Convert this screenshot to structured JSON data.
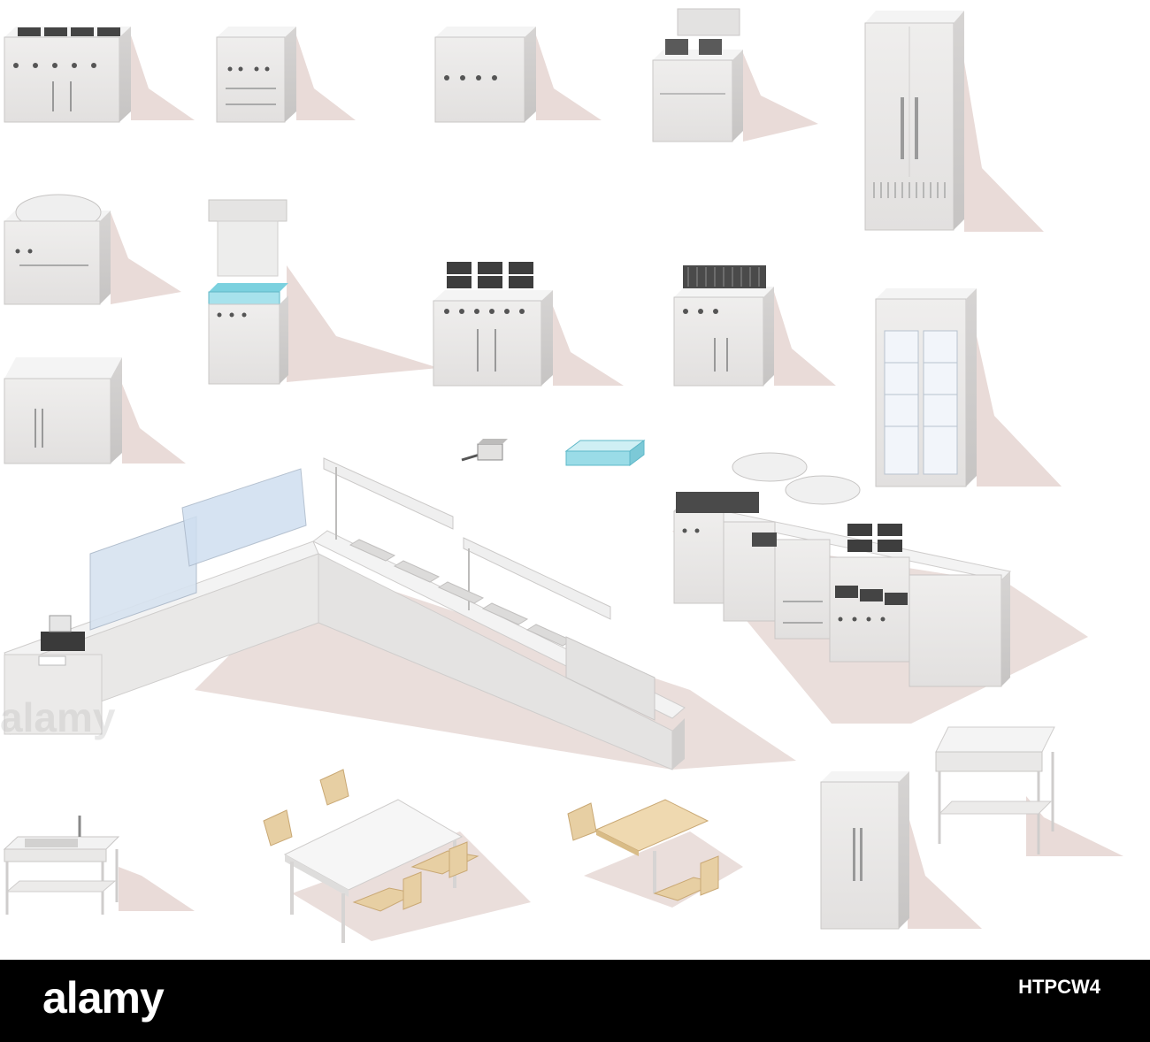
{
  "watermark": "alamy",
  "footer": {
    "logo": "alamy",
    "image_id": "HTPCW4"
  },
  "colors": {
    "body_front": "#e8e7e6",
    "body_side": "#cfcdcc",
    "body_top": "#f7f7f7",
    "shadow": "#e7d9d6",
    "burner_dark": "#3e3e3e",
    "chair_wood": "#e7cfa3",
    "tray_blue": "#8fd6e3",
    "glass": "#d9e6f3",
    "footer_bg": "#000000"
  },
  "items": [
    {
      "name": "gas-range-icon"
    },
    {
      "name": "electric-griddle-oven-icon"
    },
    {
      "name": "solid-top-range-icon"
    },
    {
      "name": "deep-fryer-icon"
    },
    {
      "name": "double-door-refrigerator-icon"
    },
    {
      "name": "tilting-kettle-icon"
    },
    {
      "name": "salamander-broiler-icon"
    },
    {
      "name": "hot-plate-range-icon"
    },
    {
      "name": "grill-station-icon"
    },
    {
      "name": "glass-door-cooler-icon"
    },
    {
      "name": "base-cabinet-icon"
    },
    {
      "name": "fryer-basket-icon"
    },
    {
      "name": "blue-tray-icon"
    },
    {
      "name": "serving-counter-icon"
    },
    {
      "name": "cooking-line-icon"
    },
    {
      "name": "sink-table-icon"
    },
    {
      "name": "dining-table-set-icon"
    },
    {
      "name": "cafe-table-set-icon"
    },
    {
      "name": "single-refrigerator-icon"
    },
    {
      "name": "prep-table-icon"
    }
  ]
}
